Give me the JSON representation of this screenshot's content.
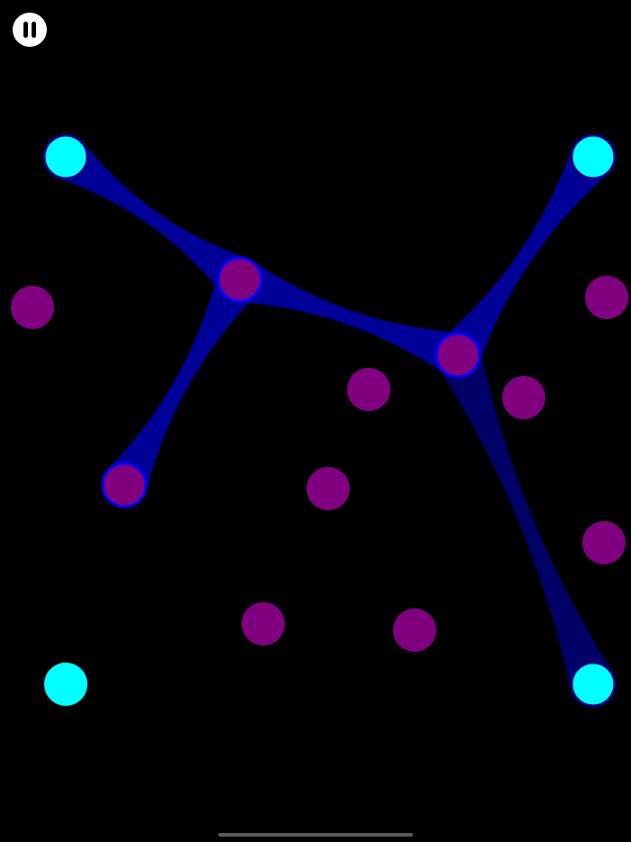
{
  "controls": {
    "pause_icon": "pause-icon"
  },
  "colors": {
    "background": "#000000",
    "anchor_node": "#00ffff",
    "free_node": "#800080",
    "link": "#000099",
    "link_dim": "#000066",
    "node_ring": "#0000ff",
    "anchor_ring": "#000080"
  },
  "nodes": [
    {
      "id": "a1",
      "type": "anchor",
      "connected": true
    },
    {
      "id": "a2",
      "type": "anchor",
      "connected": true
    },
    {
      "id": "a3",
      "type": "anchor",
      "connected": false
    },
    {
      "id": "a4",
      "type": "anchor",
      "connected": true
    },
    {
      "id": "p1",
      "type": "free",
      "connected": false
    },
    {
      "id": "p2",
      "type": "free",
      "connected": true
    },
    {
      "id": "p3",
      "type": "free",
      "connected": false
    },
    {
      "id": "p4",
      "type": "free",
      "connected": true
    },
    {
      "id": "p5",
      "type": "free",
      "connected": false
    },
    {
      "id": "p6",
      "type": "free",
      "connected": false
    },
    {
      "id": "p7",
      "type": "free",
      "connected": true
    },
    {
      "id": "p8",
      "type": "free",
      "connected": false
    },
    {
      "id": "p9",
      "type": "free",
      "connected": false
    },
    {
      "id": "p10",
      "type": "free",
      "connected": false
    },
    {
      "id": "p11",
      "type": "free",
      "connected": false
    }
  ],
  "links": [
    {
      "from": "a1",
      "to": "p2",
      "style": "normal"
    },
    {
      "from": "p2",
      "to": "p7",
      "style": "normal"
    },
    {
      "from": "p2",
      "to": "p4",
      "style": "normal"
    },
    {
      "from": "p4",
      "to": "a2",
      "style": "normal"
    },
    {
      "from": "p4",
      "to": "a4",
      "style": "dim"
    }
  ]
}
